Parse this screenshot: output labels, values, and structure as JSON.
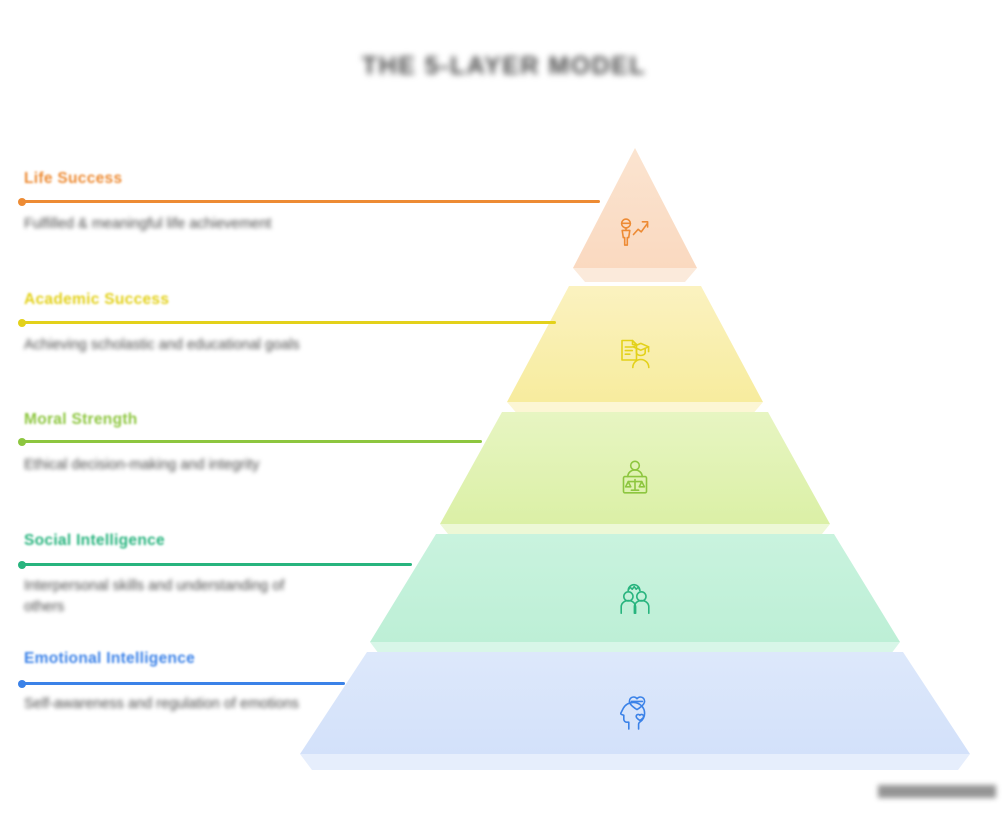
{
  "title": "THE 5-LAYER MODEL",
  "watermark_label": "watermark",
  "levels": [
    {
      "id": "life-success",
      "label": "Life Success",
      "description": "Fulfilled & meaningful life achievement",
      "icon_name": "person-growth-arrow-icon",
      "color": "#ED8B34",
      "fill_top": "#FBE4D0",
      "fill_bottom": "#FAD9C0",
      "base_fill": "#FBEADB",
      "shape": "triangle"
    },
    {
      "id": "academic-success",
      "label": "Academic Success",
      "description": "Achieving scholastic and educational goals",
      "icon_name": "graduate-document-icon",
      "color": "#E3D11A",
      "fill_top": "#FBF2C0",
      "fill_bottom": "#F7EC9E",
      "base_fill": "#FCF6D4",
      "shape": "trapezoid"
    },
    {
      "id": "moral-strength",
      "label": "Moral Strength",
      "description": "Ethical decision-making and integrity",
      "icon_name": "justice-scales-person-icon",
      "color": "#8DC63F",
      "fill_top": "#E7F5C2",
      "fill_bottom": "#DBF0A6",
      "base_fill": "#EDF8D6",
      "shape": "trapezoid"
    },
    {
      "id": "social-intelligence",
      "label": "Social Intelligence",
      "description": "Interpersonal skills and understanding of others",
      "icon_name": "two-people-group-icon",
      "color": "#28B47E",
      "fill_top": "#C9F3DE",
      "fill_bottom": "#BDEFD6",
      "base_fill": "#D8F6E8",
      "shape": "trapezoid"
    },
    {
      "id": "emotional-intelligence",
      "label": "Emotional Intelligence",
      "description": "Self-awareness and regulation of emotions",
      "icon_name": "head-heart-empathy-icon",
      "color": "#3B82E8",
      "fill_top": "#DDE8FB",
      "fill_bottom": "#D3E1FA",
      "base_fill": "#E6EEFC",
      "shape": "trapezoid"
    }
  ]
}
